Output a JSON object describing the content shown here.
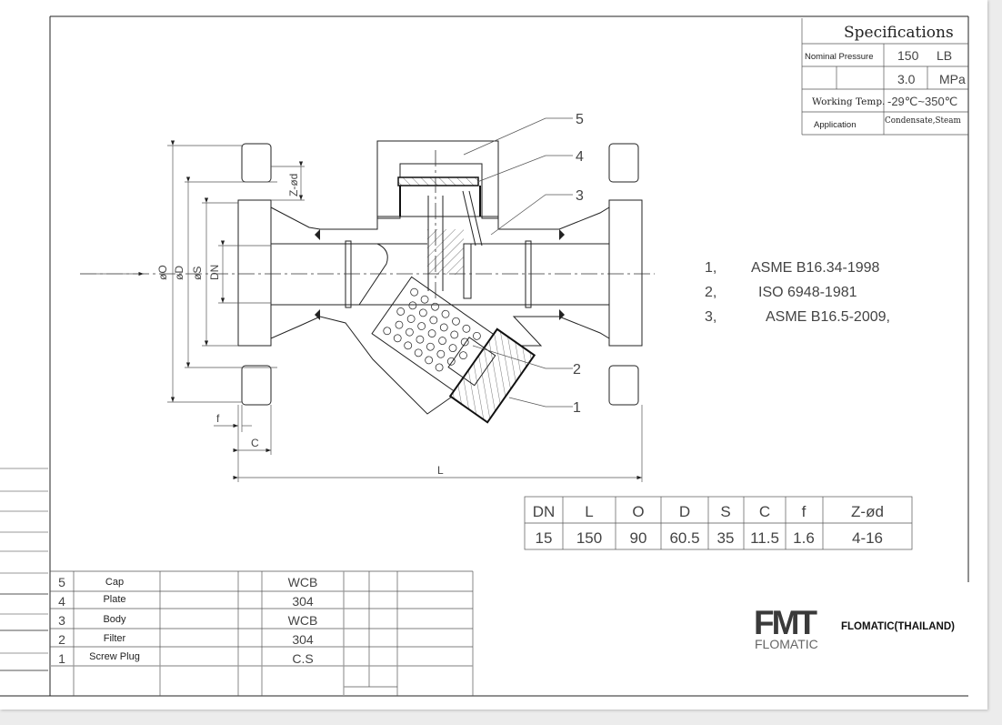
{
  "specifications": {
    "title": "Specifications",
    "rows": [
      {
        "label": "Nominal Pressure",
        "value": "150",
        "unit": "LB"
      },
      {
        "label": "",
        "value": "3.0",
        "unit": "MPa"
      },
      {
        "label": "Working Temp.",
        "value": "-29℃~350℃"
      },
      {
        "label": "Application",
        "value": "Condensate,Steam"
      }
    ]
  },
  "standards": [
    {
      "num": "1,",
      "text": "ASME B16.34-1998"
    },
    {
      "num": "2,",
      "text": "ISO 6948-1981"
    },
    {
      "num": "3,",
      "text": "ASME B16.5-2009,"
    }
  ],
  "dimensions": {
    "headers": [
      "DN",
      "L",
      "O",
      "D",
      "S",
      "C",
      "f",
      "Z-ød"
    ],
    "values": [
      "15",
      "150",
      "90",
      "60.5",
      "35",
      "11.5",
      "1.6",
      "4-16"
    ]
  },
  "parts": [
    {
      "no": "5",
      "name": "Cap",
      "material": "WCB"
    },
    {
      "no": "4",
      "name": "Plate",
      "material": "304"
    },
    {
      "no": "3",
      "name": "Body",
      "material": "WCB"
    },
    {
      "no": "2",
      "name": "Filter",
      "material": "304"
    },
    {
      "no": "1",
      "name": "Screw Plug",
      "material": "C.S"
    }
  ],
  "drawing": {
    "callouts": [
      "5",
      "4",
      "3",
      "2",
      "1"
    ],
    "dim_labels": {
      "o": "øO",
      "d": "øD",
      "s": "øS",
      "dn": "DN",
      "zd": "Z-ød",
      "f": "f",
      "c": "C",
      "l": "L"
    }
  },
  "logo": {
    "mark": "FMT",
    "sub": "FLOMATIC",
    "company": "FLOMATIC(THAILAND)"
  }
}
